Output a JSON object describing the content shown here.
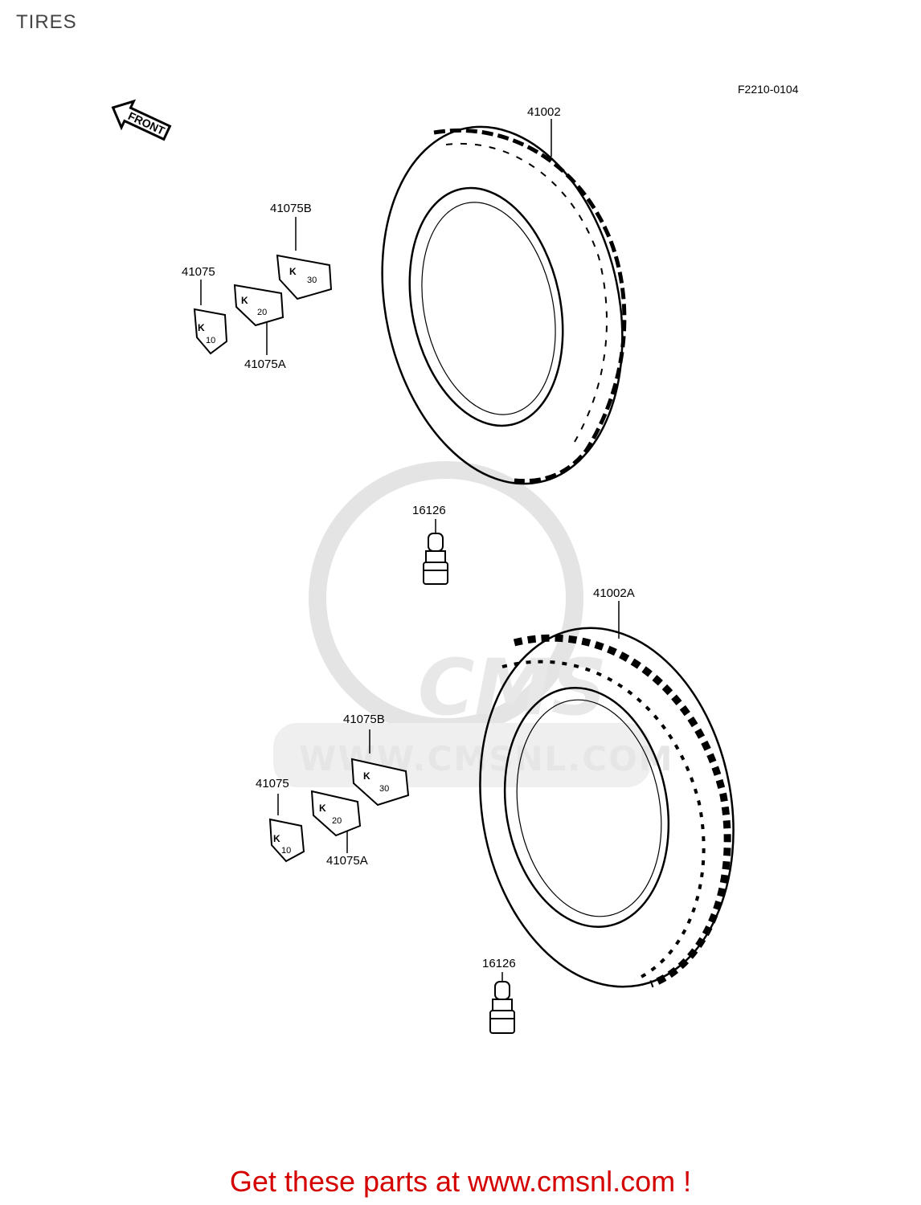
{
  "page": {
    "title": "TIRES",
    "diagram_code": "F2210-0104"
  },
  "front_arrow": {
    "label": "FRONT"
  },
  "watermark": {
    "logo_text": "CMS",
    "url_text": "WWW.CMSNL.COM"
  },
  "parts": {
    "tire_front": "41002",
    "tire_rear": "41002A",
    "valve_top": "16126",
    "valve_bottom": "16126",
    "weight_top_b": "41075B",
    "weight_top": "41075",
    "weight_top_a": "41075A",
    "weight_bottom_b": "41075B",
    "weight_bottom": "41075",
    "weight_bottom_a": "41075A"
  },
  "weight_marks": {
    "w10": "10",
    "w20": "20",
    "w30": "30",
    "k": "K"
  },
  "footer": {
    "text": "Get these parts at www.cmsnl.com !"
  },
  "colors": {
    "footer": "#d40000",
    "watermark": "#e6e6e6",
    "line": "#000000"
  }
}
